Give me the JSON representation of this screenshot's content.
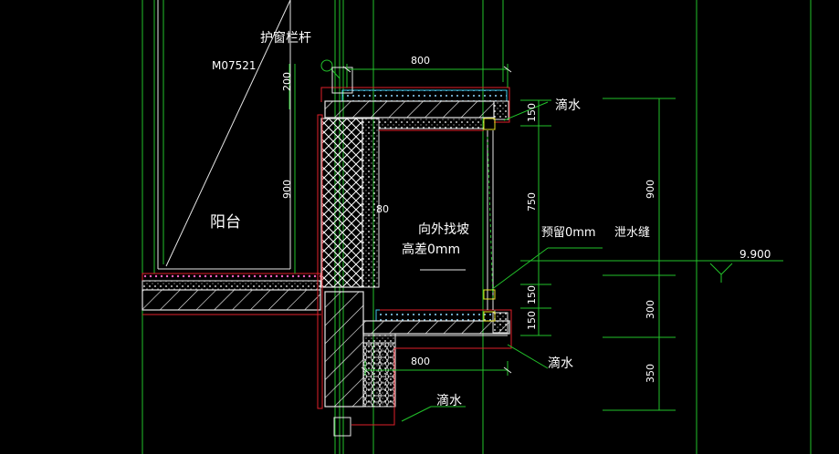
{
  "labels": {
    "railing": "护窗栏杆",
    "door_code": "M07521",
    "balcony": "阳台",
    "slope_line1": "向外找坡",
    "slope_line2": "高差0mm",
    "reserve": "预留0mm",
    "drain_joint": "泄水缝",
    "drip_right_top": "滴水",
    "drip_right_bottom": "滴水",
    "drip_bottom": "滴水",
    "elevation": "9.900"
  },
  "dims": {
    "width_top": "800",
    "width_bottom": "800",
    "v_200": "200",
    "v_900_left": "900",
    "v_80": "80",
    "v_150_a": "150",
    "v_750": "750",
    "v_150_b": "150",
    "v_150_c": "150",
    "v_900_right": "900",
    "v_300": "300",
    "v_350": "350"
  },
  "colors": {
    "background": "#000000",
    "line_green": "#22c22a",
    "line_white": "#e6e6e6",
    "line_red": "#e0202a",
    "line_yellow": "#e8e020",
    "line_cyan": "#40c8e8",
    "line_magenta": "#e040c0",
    "text_white": "#ffffff"
  }
}
